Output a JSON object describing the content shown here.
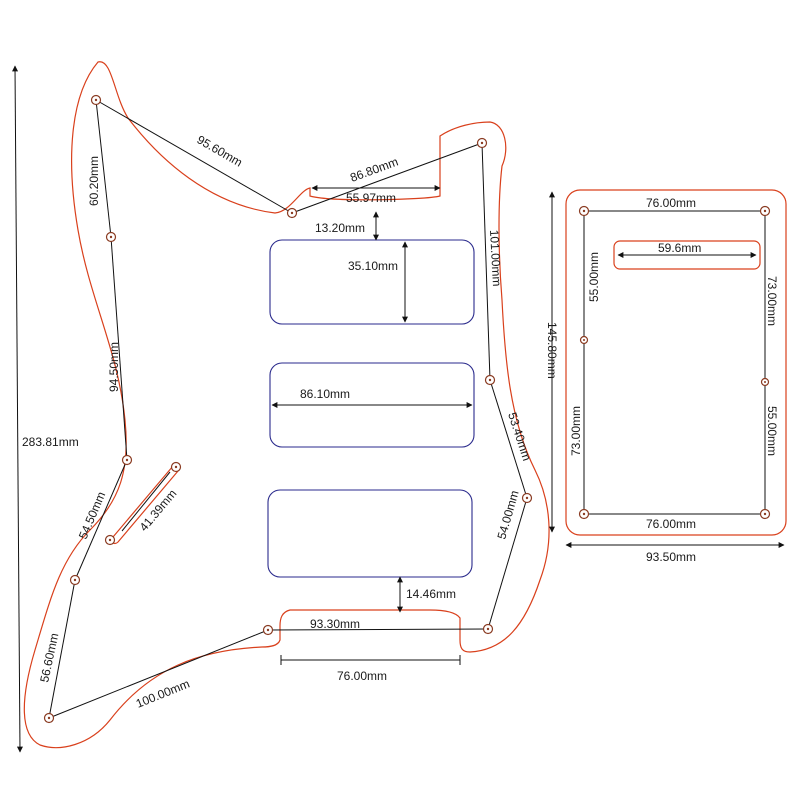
{
  "colors": {
    "outline": "#d9401c",
    "pickup_outline": "#2a2a8c",
    "dimension_line": "#111111",
    "screw_hole": "#8a3b22"
  },
  "pickguard": {
    "dimensions": {
      "overall_height": "283.81mm",
      "top_horn_to_center": "95.60mm",
      "top_center_to_right_horn": "86.80mm",
      "top_neck_cutout_width": "55.97mm",
      "neck_pocket_to_pickup": "13.20mm",
      "left_upper_vertical": "60.20mm",
      "left_mid_vertical": "94.50mm",
      "left_lower": "54.50mm",
      "left_bottom": "56.60mm",
      "control_slot": "41.39mm",
      "bottom_left_to_center": "100.00mm",
      "bottom_cutout_top": "93.30mm",
      "bottom_cutout_width": "76.00mm",
      "right_upper": "101.00mm",
      "right_mid": "53.40mm",
      "right_lower": "54.00mm",
      "pickup_height": "35.10mm",
      "pickup_width": "86.10mm",
      "pickup_to_bottom": "14.46mm"
    }
  },
  "back_plate": {
    "dimensions": {
      "top_holes": "76.00mm",
      "bottom_holes": "76.00mm",
      "slot_width": "59.6mm",
      "left_upper": "55.00mm",
      "left_lower": "73.00mm",
      "right_upper": "73.00mm",
      "right_lower": "55.00mm",
      "overall_height": "145.80mm",
      "overall_width": "93.50mm"
    }
  }
}
